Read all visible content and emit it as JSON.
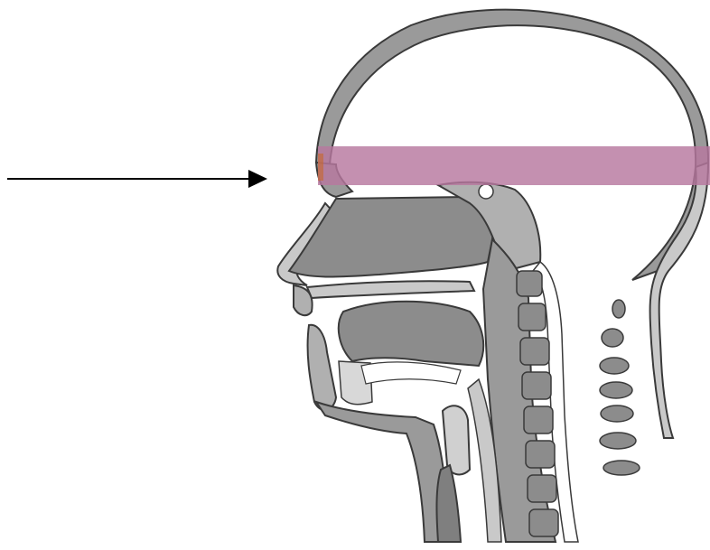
{
  "diagram": {
    "subject": "sagittal-head-section",
    "colors": {
      "background": "#ffffff",
      "outline": "#3a3a3a",
      "tissue": "#9a9a9a",
      "tissue_dark": "#7f7f7f",
      "tissue_light": "#c9c9c9",
      "highlight_band": "#b7789f",
      "arrow": "#000000",
      "accent": "#c8672a"
    },
    "arrow": {
      "icon": "arrow-right-icon"
    },
    "highlight": {
      "shape": "horizontal-band",
      "opacity": 0.82
    },
    "vertebrae_count": 8
  }
}
